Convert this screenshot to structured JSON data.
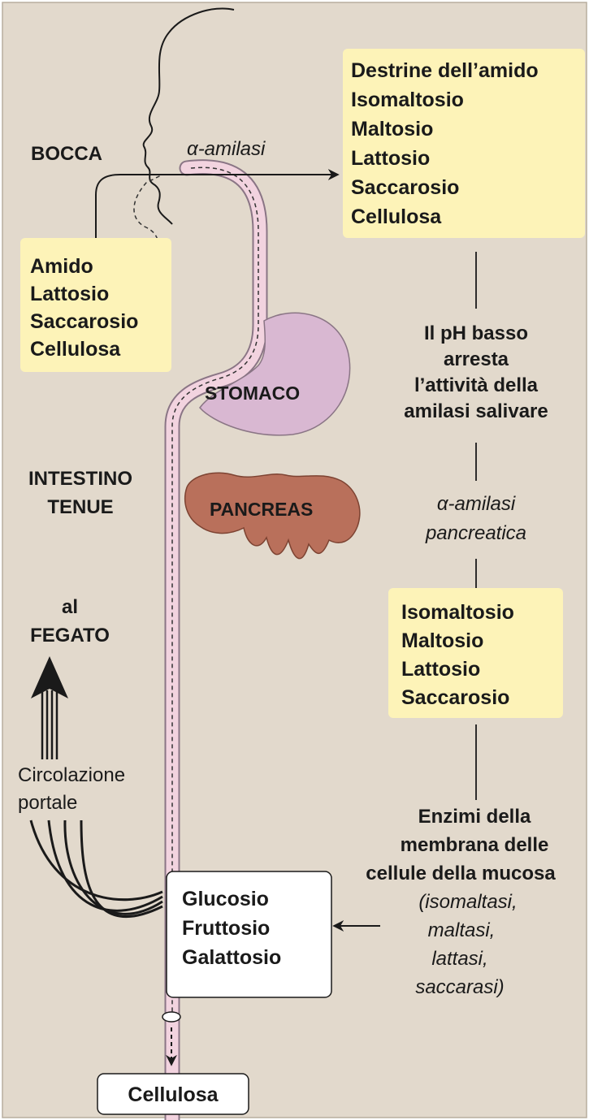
{
  "labels": {
    "bocca": "BOCCA",
    "alpha_amilasi": "α-amilasi",
    "stomaco": "STOMACO",
    "intestino_line1": "INTESTINO",
    "intestino_line2": "TENUE",
    "pancreas": "PANCREAS",
    "fegato_line1": "al",
    "fegato_line2": "FEGATO",
    "circolazione_line1": "Circolazione",
    "circolazione_line2": "portale"
  },
  "boxes": {
    "diet_input": [
      "Amido",
      "Lattosio",
      "Saccarosio",
      "Cellulosa"
    ],
    "mouth_products": [
      "Destrine dell’amido",
      "Isomaltosio",
      "Maltosio",
      "Lattosio",
      "Saccarosio",
      "Cellulosa"
    ],
    "pancreatic_products": [
      "Isomaltosio",
      "Maltosio",
      "Lattosio",
      "Saccarosio"
    ],
    "monosaccharides": [
      "Glucosio",
      "Fruttosio",
      "Galattosio"
    ],
    "cellulose_out": "Cellulosa"
  },
  "notes": {
    "ph": [
      "Il pH basso",
      "arresta",
      "l’attività della",
      "amilasi salivare"
    ],
    "pancreatic_amylase": [
      "α-amilasi",
      "pancreatica"
    ],
    "enzymes": [
      "Enzimi della",
      "membrana delle",
      "cellule della mucosa"
    ],
    "enzymes_list": [
      "(isomaltasi,",
      "maltasi,",
      "lattasi,",
      "saccarasi)"
    ]
  },
  "colors": {
    "background": "#e2d9cc",
    "highlight_box": "#fdf3b8",
    "tube": "#f2d3df",
    "stomach": "#d9b8d2",
    "pancreas": "#b9705b"
  }
}
